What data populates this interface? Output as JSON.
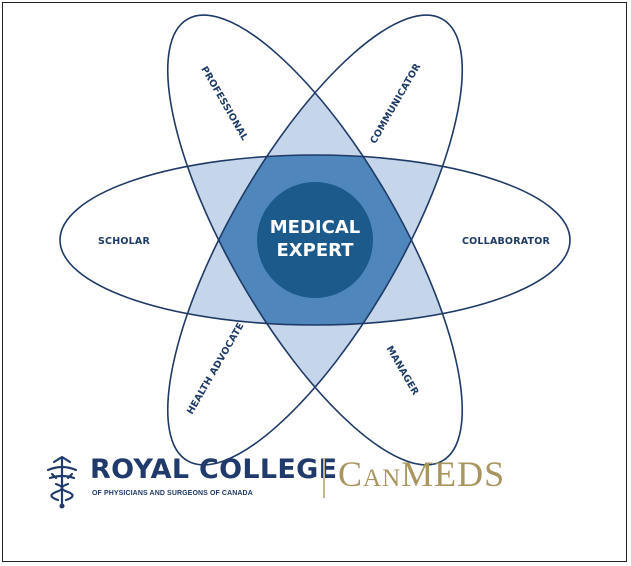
{
  "diagram": {
    "center_label_line1": "MEDICAL",
    "center_label_line2": "EXPERT",
    "roles": {
      "professional": "PROFESSIONAL",
      "communicator": "COMMUNICATOR",
      "scholar": "SCHOLAR",
      "collaborator": "COLLABORATOR",
      "health_advocate": "HEALTH ADVOCATE",
      "manager": "MANAGER"
    },
    "colors": {
      "outline": "#1e3a66",
      "petal_fill": "#ffffff",
      "overlap_light": "#c6d6ea",
      "overlap_mid": "#5f8fbf",
      "core": "#1c5a8c"
    }
  },
  "branding": {
    "org_name": "ROYAL COLLEGE",
    "org_subtitle": "OF PHYSICIANS AND SURGEONS OF CANADA",
    "framework_name": "CanMEDS"
  }
}
